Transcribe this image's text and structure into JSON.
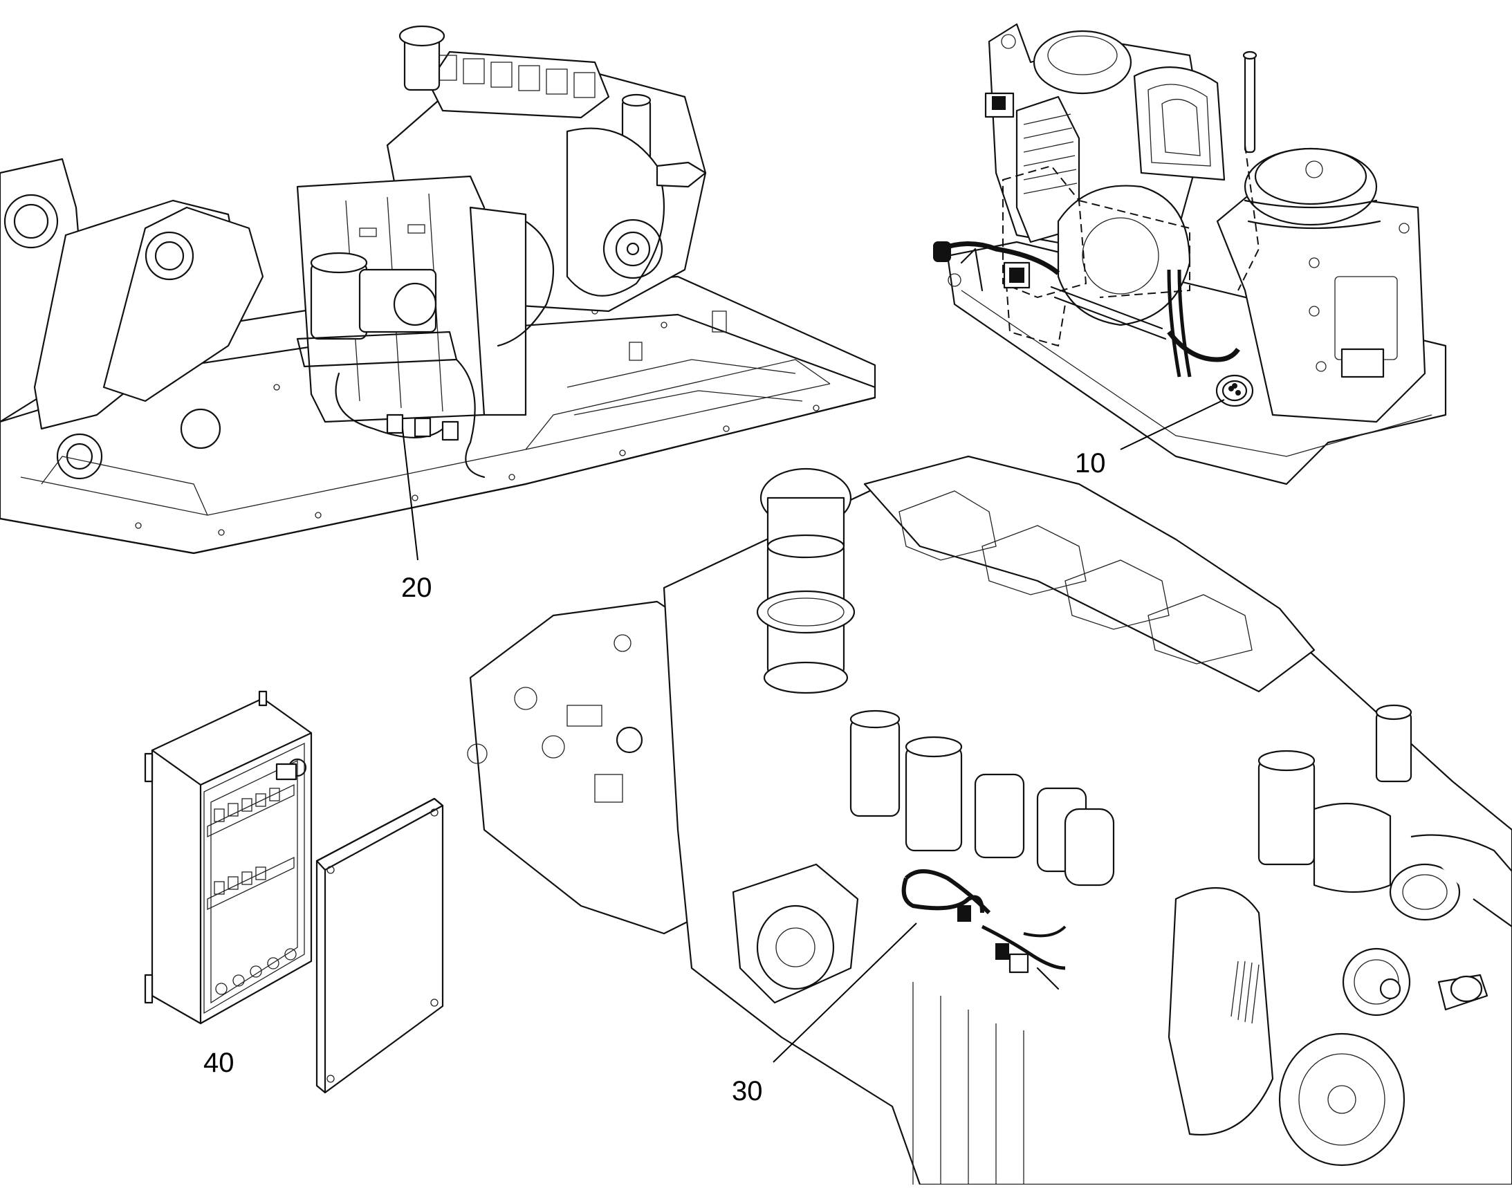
{
  "callouts": {
    "item_10": "10",
    "item_20": "20",
    "item_30": "30",
    "item_40": "40"
  },
  "colors": {
    "line": "#111111",
    "background": "#ffffff"
  }
}
